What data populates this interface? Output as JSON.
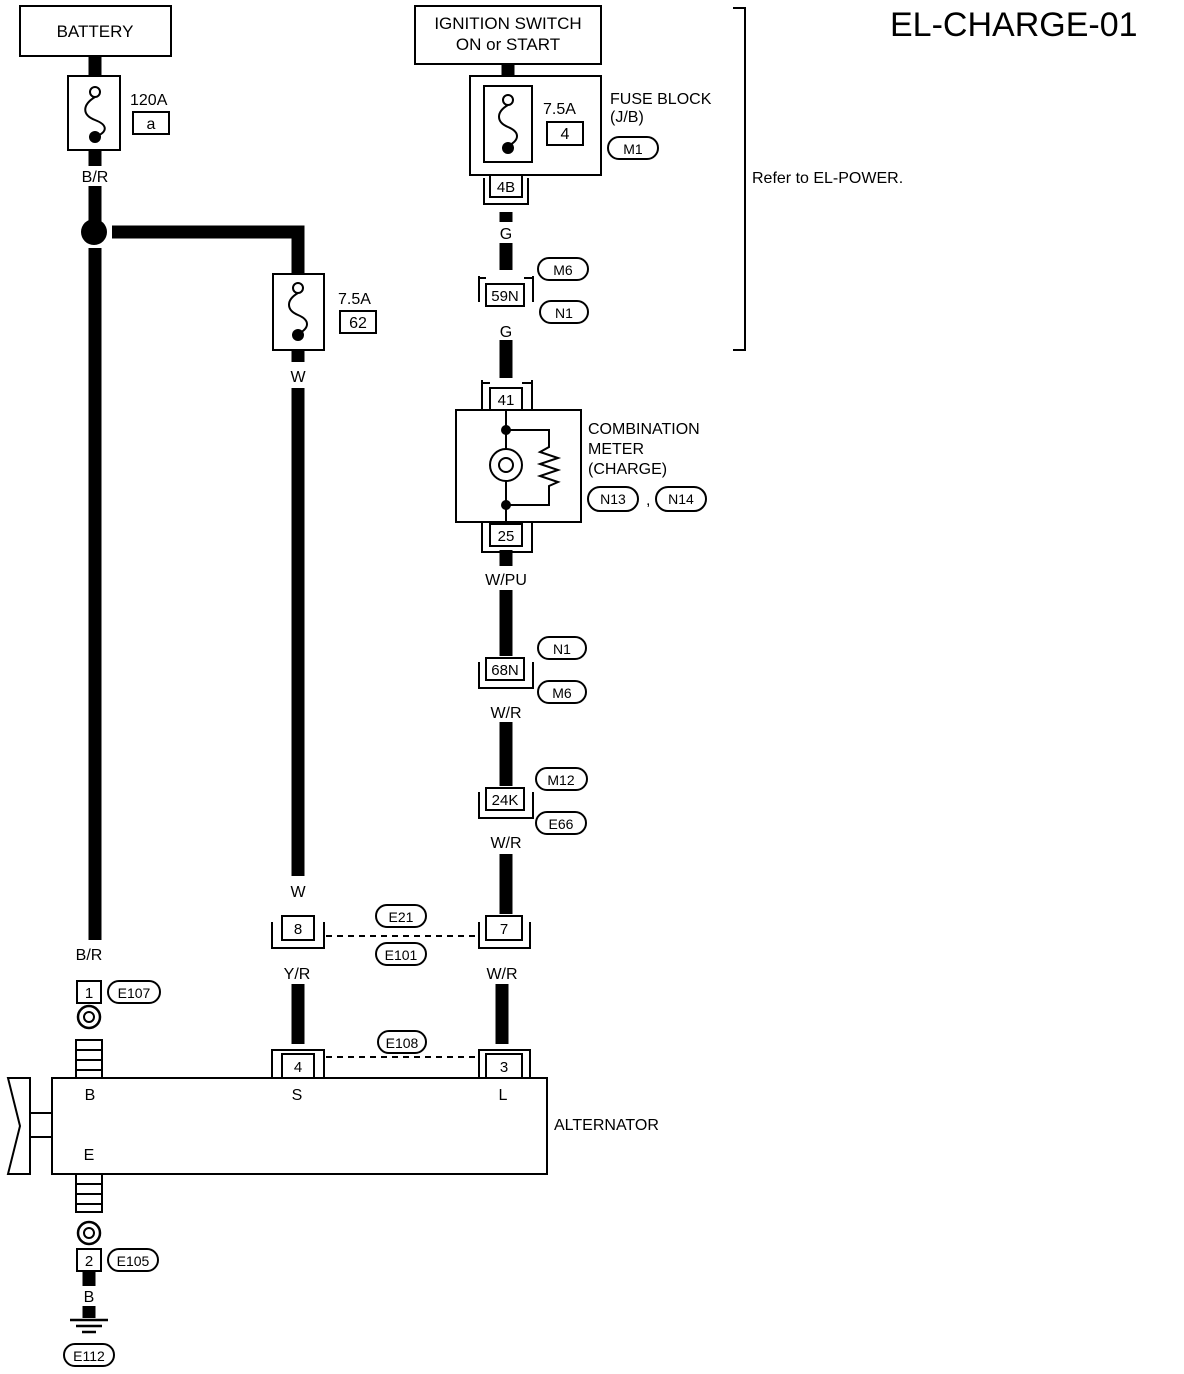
{
  "diagram_id": "EL-CHARGE-01",
  "battery": {
    "label": "BATTERY"
  },
  "ignition": {
    "line1": "IGNITION SWITCH",
    "line2": "ON or START"
  },
  "refer_note": "Refer to EL-POWER.",
  "fuse_main": {
    "rating": "120A",
    "id": "a"
  },
  "fuse_block": {
    "rating": "7.5A",
    "id": "4",
    "line1": "FUSE BLOCK",
    "line2": "(J/B)",
    "connector": "M1",
    "terminal": "4B"
  },
  "fuse_62": {
    "rating": "7.5A",
    "id": "62"
  },
  "wires": {
    "br_top": "B/R",
    "g_upper": "G",
    "g_lower": "G",
    "w_fuse": "W",
    "w_lower": "W",
    "wpu": "W/PU",
    "wr_1": "W/R",
    "wr_2": "W/R",
    "br_bottom": "B/R",
    "yr": "Y/R",
    "wr_3": "W/R",
    "b_ground": "B"
  },
  "connectors": {
    "c59n": {
      "label": "59N",
      "tags": [
        "M6",
        "N1"
      ]
    },
    "c68n": {
      "label": "68N",
      "tags": [
        "N1",
        "M6"
      ]
    },
    "c24k": {
      "label": "24K",
      "tags": [
        "M12",
        "E66"
      ]
    },
    "e21_tags": [
      "E21",
      "E101"
    ],
    "e108": "E108",
    "pin8": "8",
    "pin7": "7",
    "pin4": "4",
    "pin3": "3"
  },
  "meter": {
    "line1": "COMBINATION",
    "line2": "METER",
    "line3": "(CHARGE)",
    "tag1": "N13",
    "tag2": "N14",
    "sep": ",",
    "pin_top": "41",
    "pin_bottom": "25"
  },
  "alternator": {
    "label": "ALTERNATOR",
    "b": "B",
    "s": "S",
    "l": "L",
    "e": "E"
  },
  "terminal_b": {
    "pin": "1",
    "tag": "E107"
  },
  "terminal_e": {
    "pin": "2",
    "tag": "E105"
  },
  "ground": {
    "tag": "E112"
  }
}
